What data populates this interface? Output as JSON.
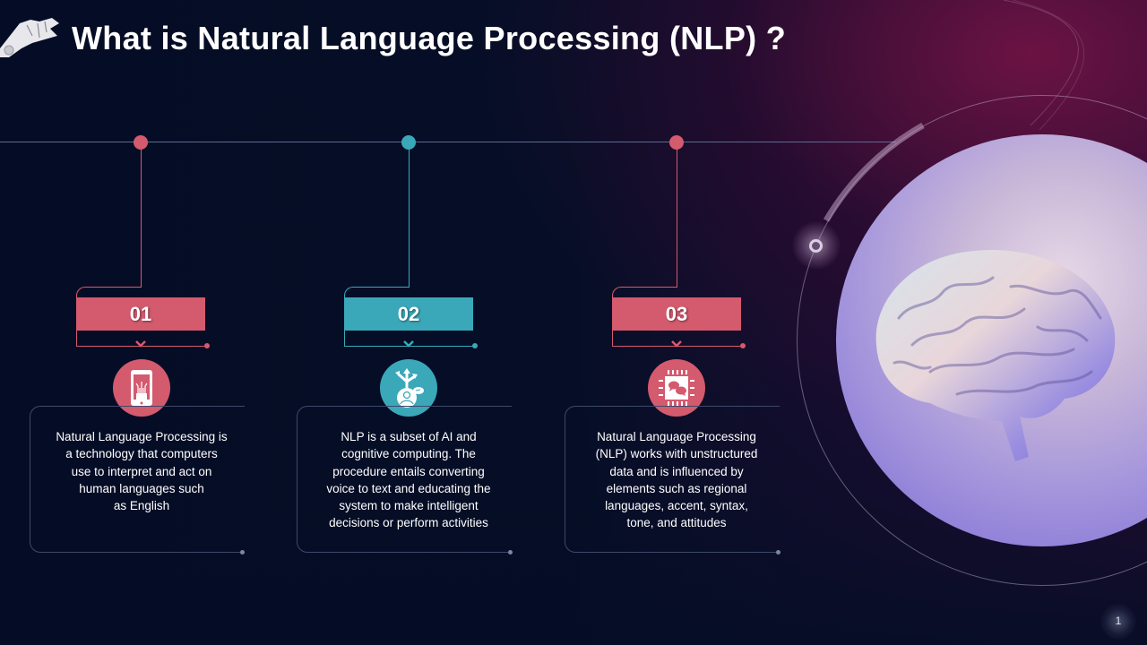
{
  "slide": {
    "title": "What is Natural Language Processing (NLP) ?",
    "page_number": "1"
  },
  "colors": {
    "pink": "#d45a6e",
    "teal": "#3aa8b8",
    "timeline": "#5d6b8c",
    "background": "#050d26"
  },
  "steps": [
    {
      "number": "01",
      "color": "#d45a6e",
      "icon": "smartphone-circuit-icon",
      "text": "Natural Language Processing is\na technology that computers\nuse to interpret and act on\nhuman languages such\nas English"
    },
    {
      "number": "02",
      "color": "#3aa8b8",
      "icon": "person-globe-arrows-icon",
      "text": "NLP is a subset of AI and\ncognitive computing.  The\nprocedure  entails converting\nvoice to text and educating the\nsystem to make intelligent\ndecisions or perform  activities"
    },
    {
      "number": "03",
      "color": "#d45a6e",
      "icon": "chip-chat-icon",
      "text": "Natural Language Processing\n(NLP) works with unstructured\ndata and is influenced by\nelements such as regional\nlanguages, accent, syntax,\ntone,  and attitudes"
    }
  ],
  "images": {
    "header_icon": "robot-hand-icon",
    "hero": "brain-icon"
  }
}
